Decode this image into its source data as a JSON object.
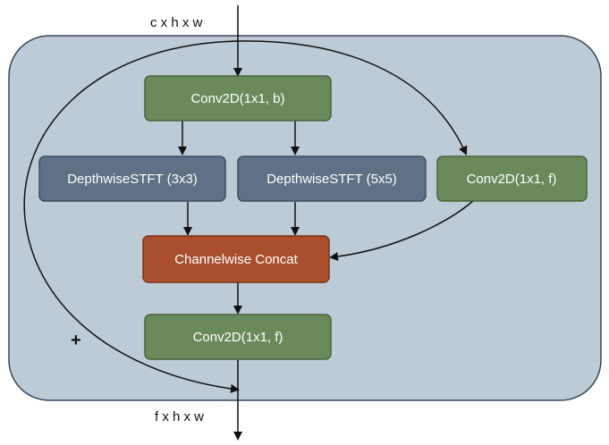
{
  "colors": {
    "container_fill": "#bccbd6",
    "container_stroke": "#36495a",
    "conv_fill": "#6b8a5c",
    "conv_stroke": "#48653e",
    "stft_fill": "#5e7185",
    "stft_stroke": "#3f4f60",
    "concat_fill": "#a94f2d",
    "concat_stroke": "#7c3519",
    "edge": "#111111"
  },
  "labels": {
    "input_shape": "c x h x w",
    "output_shape": "f x h x w",
    "residual_sum": "+"
  },
  "nodes": {
    "conv_in": "Conv2D(1x1, b)",
    "stft_3x3": "DepthwiseSTFT (3x3)",
    "stft_5x5": "DepthwiseSTFT (5x5)",
    "conv_skip": "Conv2D(1x1, f)",
    "concat": "Channelwise Concat",
    "conv_out": "Conv2D(1x1, f)"
  }
}
